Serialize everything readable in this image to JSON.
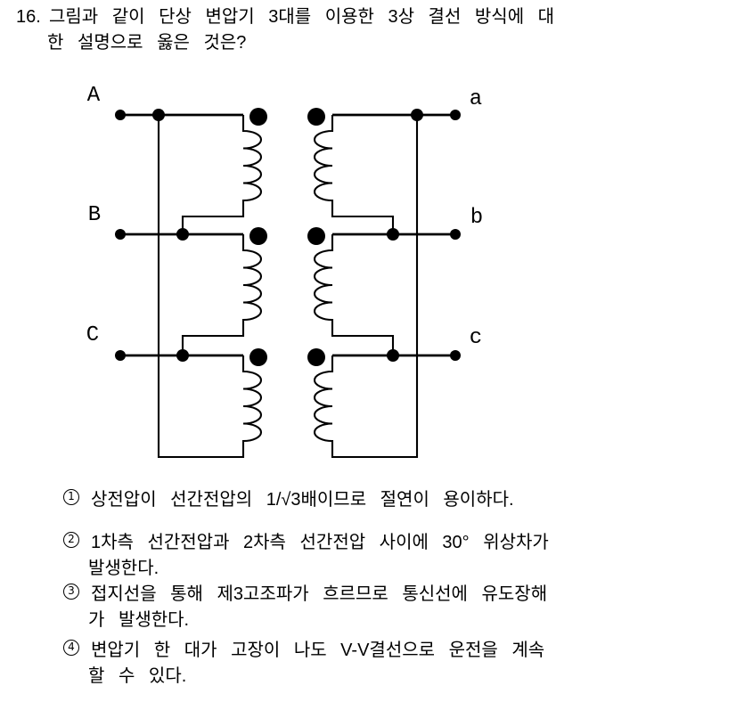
{
  "question": {
    "number": "16.",
    "lines": [
      "그림과 같이 단상 변압기 3대를 이용한 3상 결선 방식에 대",
      "한 설명으로 옳은 것은?"
    ]
  },
  "diagram": {
    "primary_labels": [
      "A",
      "B",
      "C"
    ],
    "secondary_labels": [
      "a",
      "b",
      "c"
    ]
  },
  "choices": [
    {
      "marker": "1",
      "lines": [
        "상전압이 선간전압의 1/√3배이므로 절연이 용이하다."
      ]
    },
    {
      "marker": "2",
      "lines": [
        "1차측 선간전압과 2차측 선간전압 사이에 30° 위상차가",
        "발생한다."
      ]
    },
    {
      "marker": "3",
      "lines": [
        "접지선을 통해 제3고조파가 흐르므로 통신선에 유도장해",
        "가 발생한다."
      ]
    },
    {
      "marker": "4",
      "lines": [
        "변압기 한 대가 고장이 나도 V-V결선으로 운전을 계속",
        "할 수 있다."
      ]
    }
  ]
}
